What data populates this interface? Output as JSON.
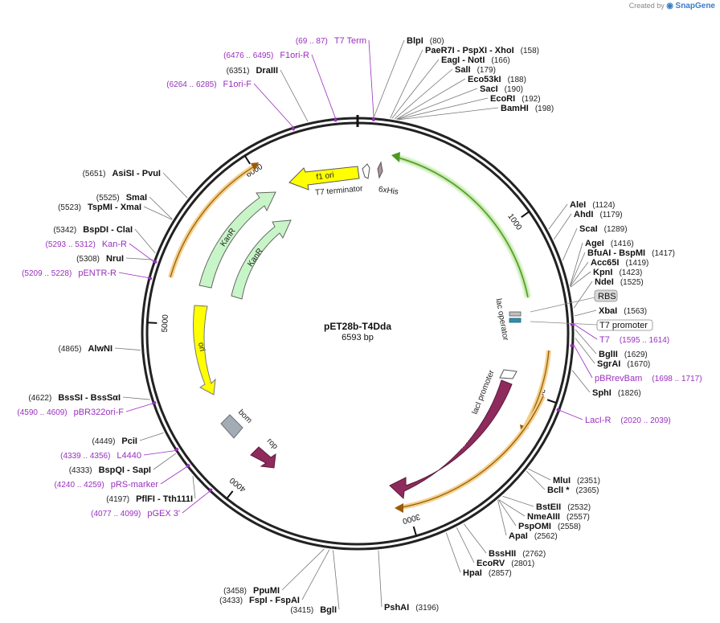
{
  "header": {
    "created_by": "Created by",
    "brand": "SnapGene"
  },
  "map": {
    "name": "pET28b-T4Dda",
    "length_label": "6593 bp",
    "total_bp": 6593,
    "ticks": [
      {
        "bp": 1000,
        "label": "1000"
      },
      {
        "bp": 2000,
        "label": "2000"
      },
      {
        "bp": 3000,
        "label": "3000"
      },
      {
        "bp": 4000,
        "label": "4000"
      },
      {
        "bp": 5000,
        "label": "5000"
      },
      {
        "bp": 6000,
        "label": "6000"
      }
    ]
  },
  "enzymes": [
    {
      "name": "BlpI",
      "pos": "(80)",
      "bp": 80
    },
    {
      "name": "PaeR7I  - PspXI  - XhoI",
      "pos": "(158)",
      "bp": 158
    },
    {
      "name": "EagI  - NotI",
      "pos": "(166)",
      "bp": 166
    },
    {
      "name": "SalI",
      "pos": "(179)",
      "bp": 179
    },
    {
      "name": "Eco53kI",
      "pos": "(188)",
      "bp": 188
    },
    {
      "name": "SacI",
      "pos": "(190)",
      "bp": 190
    },
    {
      "name": "EcoRI",
      "pos": "(192)",
      "bp": 192
    },
    {
      "name": "BamHI",
      "pos": "(198)",
      "bp": 198
    },
    {
      "name": "AleI",
      "pos": "(1124)",
      "bp": 1124
    },
    {
      "name": "AhdI",
      "pos": "(1179)",
      "bp": 1179
    },
    {
      "name": "ScaI",
      "pos": "(1289)",
      "bp": 1289
    },
    {
      "name": "AgeI",
      "pos": "(1416)",
      "bp": 1416
    },
    {
      "name": "BfuAI  - BspMI",
      "pos": "(1417)",
      "bp": 1417
    },
    {
      "name": "Acc65I",
      "pos": "(1419)",
      "bp": 1419
    },
    {
      "name": "KpnI",
      "pos": "(1423)",
      "bp": 1423
    },
    {
      "name": "NdeI",
      "pos": "(1525)",
      "bp": 1525
    },
    {
      "name": "XbaI",
      "pos": "(1563)",
      "bp": 1563
    },
    {
      "name": "BglII",
      "pos": "(1629)",
      "bp": 1629
    },
    {
      "name": "SgrAI",
      "pos": "(1670)",
      "bp": 1670
    },
    {
      "name": "SphI",
      "pos": "(1826)",
      "bp": 1826
    },
    {
      "name": "MluI",
      "pos": "(2351)",
      "bp": 2351
    },
    {
      "name": "BclI *",
      "pos": "(2365)",
      "bp": 2365
    },
    {
      "name": "BstEII",
      "pos": "(2532)",
      "bp": 2532
    },
    {
      "name": "NmeAIII",
      "pos": "(2557)",
      "bp": 2557
    },
    {
      "name": "PspOMI",
      "pos": "(2558)",
      "bp": 2558
    },
    {
      "name": "ApaI",
      "pos": "(2562)",
      "bp": 2562
    },
    {
      "name": "BssHII",
      "pos": "(2762)",
      "bp": 2762
    },
    {
      "name": "EcoRV",
      "pos": "(2801)",
      "bp": 2801
    },
    {
      "name": "HpaI",
      "pos": "(2857)",
      "bp": 2857
    },
    {
      "name": "PshAI",
      "pos": "(3196)",
      "bp": 3196
    },
    {
      "name": "BglI",
      "pos": "(3415)",
      "bp": 3415
    },
    {
      "name": "FspI  - FspAI",
      "pos": "(3433)",
      "bp": 3433
    },
    {
      "name": "PpuMI",
      "pos": "(3458)",
      "bp": 3458
    },
    {
      "name": "PflFI  - Tth111I",
      "pos": "(4197)",
      "bp": 4197
    },
    {
      "name": "BspQI  - SapI",
      "pos": "(4333)",
      "bp": 4333
    },
    {
      "name": "PciI",
      "pos": "(4449)",
      "bp": 4449
    },
    {
      "name": "BssSI  - BssSαI",
      "pos": "(4622)",
      "bp": 4622
    },
    {
      "name": "AlwNI",
      "pos": "(4865)",
      "bp": 4865
    },
    {
      "name": "NruI",
      "pos": "(5308)",
      "bp": 5308
    },
    {
      "name": "BspDI  - ClaI",
      "pos": "(5342)",
      "bp": 5342
    },
    {
      "name": "TspMI  - XmaI",
      "pos": "(5523)",
      "bp": 5523
    },
    {
      "name": "SmaI",
      "pos": "(5525)",
      "bp": 5525
    },
    {
      "name": "AsiSI  - PvuI",
      "pos": "(5651)",
      "bp": 5651
    },
    {
      "name": "DraIII",
      "pos": "(6351)",
      "bp": 6351
    }
  ],
  "primers": [
    {
      "name": "T7 Term",
      "range": "(69 .. 87)",
      "bp": 78
    },
    {
      "name": "F1ori-R",
      "range": "(6476 .. 6495)",
      "bp": 6485
    },
    {
      "name": "F1ori-F",
      "range": "(6264 .. 6285)",
      "bp": 6274
    },
    {
      "name": "T7",
      "range": "(1595 .. 1614)",
      "bp": 1604
    },
    {
      "name": "pBRrevBam",
      "range": "(1698 .. 1717)",
      "bp": 1707
    },
    {
      "name": "LacI-R",
      "range": "(2020 .. 2039)",
      "bp": 2029
    },
    {
      "name": "Kan-R",
      "range": "(5293 .. 5312)",
      "bp": 5302
    },
    {
      "name": "pENTR-R",
      "range": "(5209 .. 5228)",
      "bp": 5218
    },
    {
      "name": "pBR322ori-F",
      "range": "(4590 .. 4609)",
      "bp": 4600
    },
    {
      "name": "L4440",
      "range": "(4339 .. 4356)",
      "bp": 4347
    },
    {
      "name": "pRS-marker",
      "range": "(4240 .. 4259)",
      "bp": 4250
    },
    {
      "name": "pGEX 3'",
      "range": "(4077 .. 4099)",
      "bp": 4088
    }
  ],
  "features": {
    "boxed": [
      {
        "label": "RBS"
      },
      {
        "label": "T7 promoter"
      }
    ],
    "lac_operator": "lac operator",
    "laci_promoter": "lacI promoter",
    "laci": "lacI",
    "ori": "ori",
    "bom": "bom",
    "rop": "rop",
    "kanr_outer": "KanR",
    "kanr_inner": "KanR",
    "f1_ori": "f1 ori",
    "t7_terminator": "T7 terminator",
    "his_tag": "6xHis"
  },
  "colors": {
    "backbone": "#222222",
    "primer": "#9a2fbf",
    "insert": "#5aa02c",
    "primer_arrow": "#e8a33a",
    "laci": "#8e2b5c",
    "ori": "#ffff00",
    "kanr": "#c8f5c8",
    "bom": "#a3acb5"
  }
}
